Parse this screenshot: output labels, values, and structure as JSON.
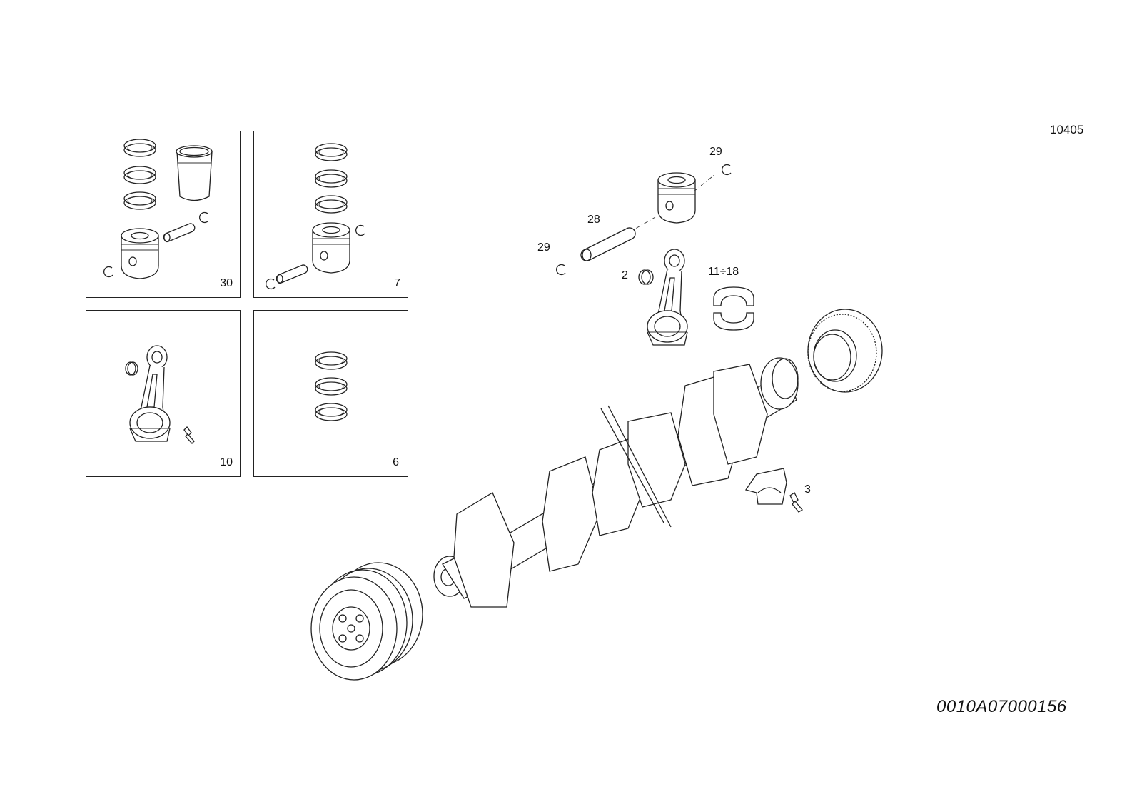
{
  "sheet": {
    "page_number": "10405",
    "drawing_code": "0010A07000156"
  },
  "kits": [
    {
      "id": "kit-piston-liner",
      "number": "30"
    },
    {
      "id": "kit-piston",
      "number": "7"
    },
    {
      "id": "kit-conrod",
      "number": "10"
    },
    {
      "id": "kit-rings",
      "number": "6"
    }
  ],
  "callouts": {
    "circlip_top": "29",
    "pin": "28",
    "circlip_left": "29",
    "bushing": "2",
    "bearing_shells": "11÷18",
    "bolt": "3"
  }
}
